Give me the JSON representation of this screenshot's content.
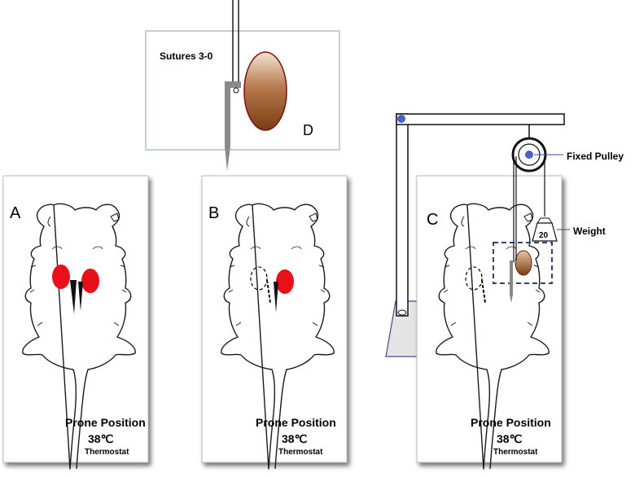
{
  "panels": {
    "A": {
      "letter": "A",
      "position_text": "Prone  Position",
      "temp": "38℃",
      "device": "Thermostat"
    },
    "B": {
      "letter": "B",
      "position_text": "Prone  Position",
      "temp": "38℃",
      "device": "Thermostat"
    },
    "C": {
      "letter": "C",
      "position_text": "Prone  Position",
      "temp": "38℃",
      "device": "Thermostat"
    },
    "D": {
      "letter": "D",
      "suture_label": "Sutures 3-0"
    }
  },
  "apparatus": {
    "pulley_label": "Fixed Pulley",
    "weight_label": "Weight",
    "weight_value": "20"
  },
  "colors": {
    "kidney_red": "#e8101a",
    "kidney_brown_top": "#f3e3d3",
    "kidney_brown_bottom": "#7a3c12",
    "pulley_dot": "#4a62c8",
    "dashed_box": "#35407a",
    "base": "#e4e4e4"
  }
}
